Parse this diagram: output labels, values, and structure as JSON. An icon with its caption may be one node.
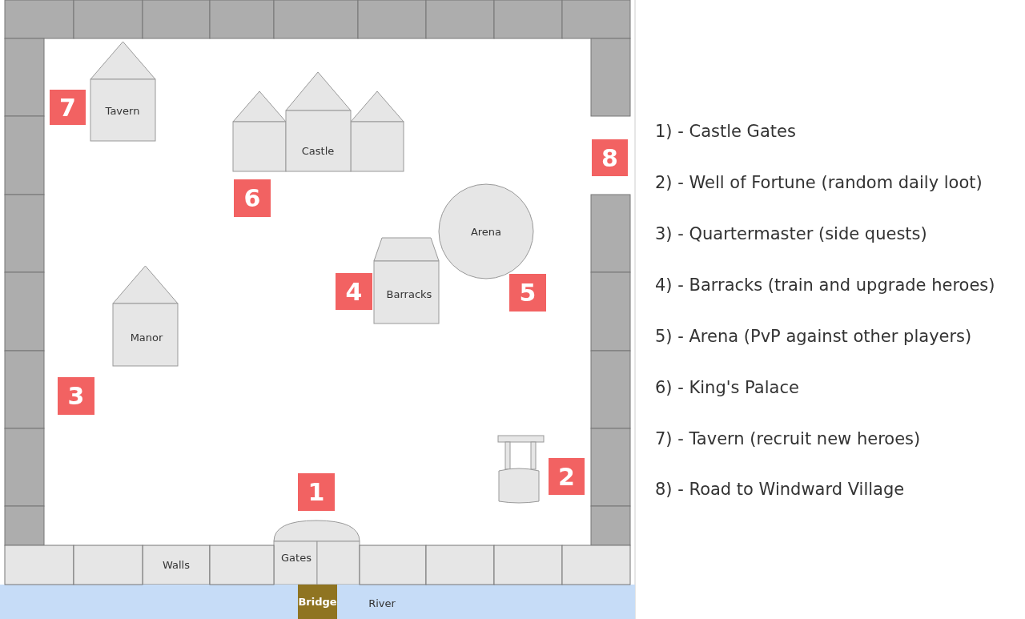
{
  "diagram": {
    "nodes": [
      {
        "text": [
          "Tavern"
        ]
      },
      {
        "text": [
          "7"
        ]
      },
      {
        "text": [
          "Castle"
        ]
      },
      {
        "text": [
          "8"
        ]
      },
      {
        "text": [
          "6"
        ]
      },
      {
        "text": [
          "Arena"
        ]
      },
      {
        "text": [
          "Barracks"
        ]
      },
      {
        "text": [
          "4"
        ]
      },
      {
        "text": [
          "5"
        ]
      },
      {
        "text": [
          "Manor"
        ]
      },
      {
        "text": [
          "3"
        ]
      },
      {
        "text": [],
        "shape": "picture"
      },
      {
        "text": [
          "2"
        ]
      },
      {
        "text": [
          "1"
        ]
      },
      {
        "text": [
          "Gates"
        ]
      },
      {
        "text": [
          "Walls"
        ]
      },
      {
        "text": [
          "River"
        ]
      },
      {
        "text": [
          "Bridge"
        ],
        "in": 16
      },
      {
        "text": [],
        "shape": "box"
      },
      {
        "text": [],
        "shape": "box"
      },
      {
        "text": [],
        "shape": "box"
      },
      {
        "text": [],
        "shape": "box"
      },
      {
        "text": [],
        "shape": "box"
      },
      {
        "text": [],
        "shape": "box"
      },
      {
        "text": [],
        "shape": "box"
      },
      {
        "text": [],
        "shape": "box"
      },
      {
        "text": [],
        "shape": "box"
      },
      {
        "text": [],
        "shape": "box"
      },
      {
        "text": [],
        "shape": "box"
      },
      {
        "text": [],
        "shape": "box"
      },
      {
        "text": [],
        "shape": "box"
      },
      {
        "text": [],
        "shape": "box"
      },
      {
        "text": [],
        "shape": "box"
      },
      {
        "text": [],
        "shape": "box"
      },
      {
        "text": [],
        "shape": "box"
      },
      {
        "text": [],
        "shape": "box"
      },
      {
        "text": [],
        "shape": "box"
      },
      {
        "text": [],
        "shape": "box"
      },
      {
        "text": [],
        "shape": "box"
      },
      {
        "text": [],
        "shape": "box"
      },
      {
        "text": [],
        "shape": "box"
      },
      {
        "text": [],
        "shape": "box"
      },
      {
        "text": [],
        "shape": "box"
      },
      {
        "text": [],
        "shape": "box"
      },
      {
        "text": [],
        "shape": "box"
      },
      {
        "text": [],
        "shape": "box"
      },
      {
        "text": [],
        "shape": "box"
      }
    ],
    "edges": [],
    "labels": [
      "1) - Castle Gates",
      "2) - Well of Fortune (random daily loot)",
      "3) - Quartermaster (side quests)",
      "4) - Barracks (train and upgrade heroes)",
      "5) - Arena (PvP against other players)",
      "6) - King's Palace",
      "7) - Tavern (recruit new heroes)",
      "8) - Road to Windward Village"
    ]
  }
}
